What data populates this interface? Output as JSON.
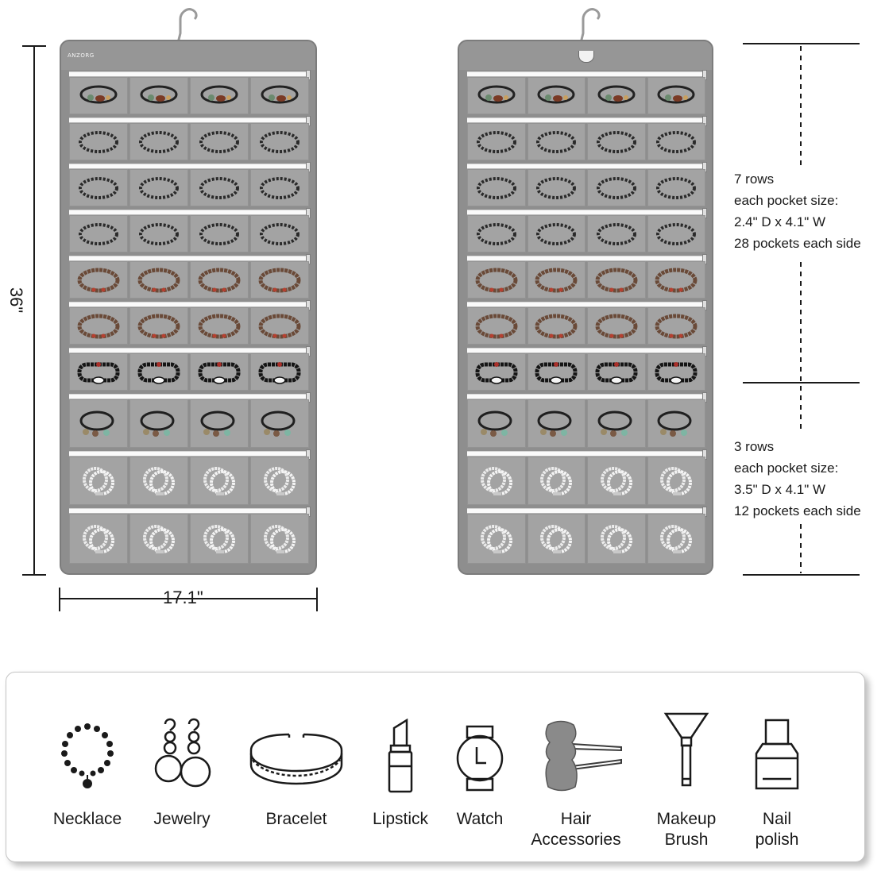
{
  "organizer": {
    "brand": "ANZORG",
    "rows": [
      {
        "contents": "knotted cord bracelets"
      },
      {
        "contents": "black braided bracelets"
      },
      {
        "contents": "black braided bracelets"
      },
      {
        "contents": "black braided bracelets"
      },
      {
        "contents": "brown bead bracelets"
      },
      {
        "contents": "brown bead bracelets"
      },
      {
        "contents": "black bead bracelets"
      },
      {
        "contents": "hair ties"
      },
      {
        "contents": "pearl bracelets"
      },
      {
        "contents": "pearl bracelets"
      }
    ]
  },
  "dimensions": {
    "height": "36\"",
    "width": "17.1\""
  },
  "specs": [
    {
      "lines": [
        "7 rows",
        "each pocket size:",
        "2.4\" D x 4.1\" W",
        "28 pockets each side"
      ]
    },
    {
      "lines": [
        "3 rows",
        "each pocket size:",
        "3.5\" D x 4.1\" W",
        "12 pockets each side"
      ]
    }
  ],
  "legend": [
    {
      "icon": "necklace-icon",
      "label": "Necklace"
    },
    {
      "icon": "earrings-icon",
      "label": "Jewelry"
    },
    {
      "icon": "bracelet-icon",
      "label": "Bracelet"
    },
    {
      "icon": "lipstick-icon",
      "label": "Lipstick"
    },
    {
      "icon": "watch-icon",
      "label": "Watch"
    },
    {
      "icon": "hair-clip-icon",
      "label": "Hair\nAccessories"
    },
    {
      "icon": "makeup-brush-icon",
      "label": "Makeup\nBrush"
    },
    {
      "icon": "nail-polish-icon",
      "label": "Nail\npolish"
    }
  ],
  "colors": {
    "panel": "#8e8e8e",
    "pocket": "#a3a3a3",
    "zipper": "#fafafa",
    "text": "#1a1a1a"
  }
}
